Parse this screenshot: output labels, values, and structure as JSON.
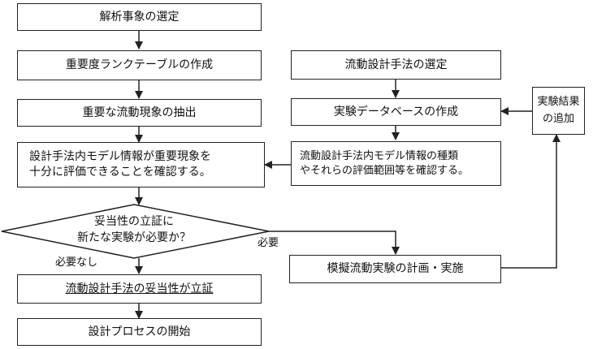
{
  "left_column": {
    "step1": "解析事象の選定",
    "step2": "重要度ランクテーブルの作成",
    "step3": "重要な流動現象の抽出",
    "step4_line1": "設計手法内モデル情報が重要現象を",
    "step4_line2": "十分に評価できることを確認する。",
    "decision_line1": "妥当性の立証に",
    "decision_line2": "新たな実験が必要か？",
    "no_label": "必要なし",
    "yes_label": "必要",
    "step5": "流動設計手法の妥当性が立証",
    "step6": "設計プロセスの開始"
  },
  "right_column": {
    "step1": "流動設計手法の選定",
    "step2": "実験データベースの作成",
    "step3_line1": "流動設計手法内モデル情報の種類",
    "step3_line2": "やそれらの評価範囲等を確認する。",
    "step4": "模擬流動実験の計画・実施",
    "feedback_line1": "実験結果",
    "feedback_line2": "の追加"
  },
  "colors": {
    "line": "#222222",
    "background": "#ffffff"
  }
}
